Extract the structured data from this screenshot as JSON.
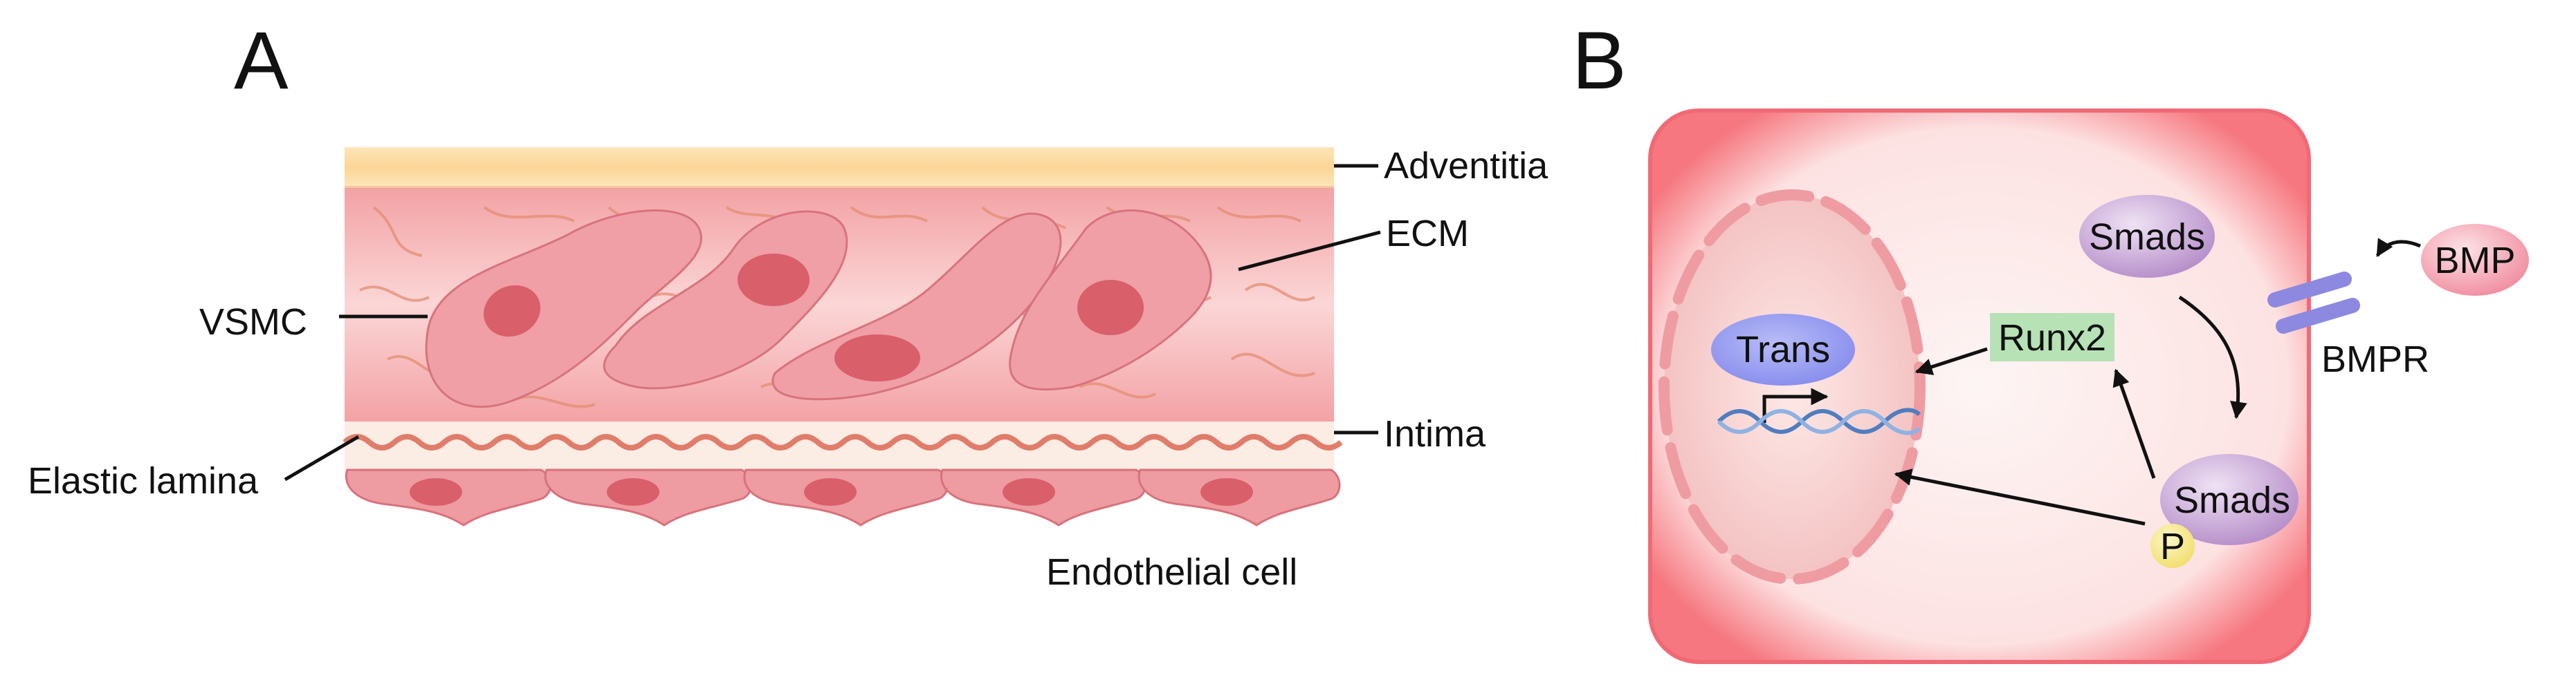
{
  "panels": {
    "a": {
      "letter": "A",
      "labels": {
        "adventitia": "Adventitia",
        "ecm": "ECM",
        "vsmc": "VSMC",
        "intima": "Intima",
        "elastic_lamina": "Elastic lamina",
        "endothelial_cell": "Endothelial cell"
      }
    },
    "b": {
      "letter": "B",
      "nodes": {
        "smads_top": "Smads",
        "bmp": "BMP",
        "bmpr": "BMPR",
        "runx2": "Runx2",
        "trans": "Trans",
        "smads_bottom": "Smads",
        "phospho": "P"
      }
    }
  },
  "colors": {
    "adventitia": "#fbd9a0",
    "media_pink": "#f6b6b8",
    "cell_fill": "#ef9da3",
    "nucleus": "#d9626c",
    "ecm_fiber": "#e48f74",
    "lamina_wave": "#e3806a",
    "cell_border": "#f07c86",
    "smads_purple": "#c9a6d6",
    "bmp_pink": "#f4a6b4",
    "bmpr_purple": "#8e8ae0",
    "runx2_green": "#b5e2b6",
    "trans_blue": "#9a9ef2",
    "phospho_yellow": "#f7ea8e",
    "dna_blue": "#5b86c4"
  }
}
